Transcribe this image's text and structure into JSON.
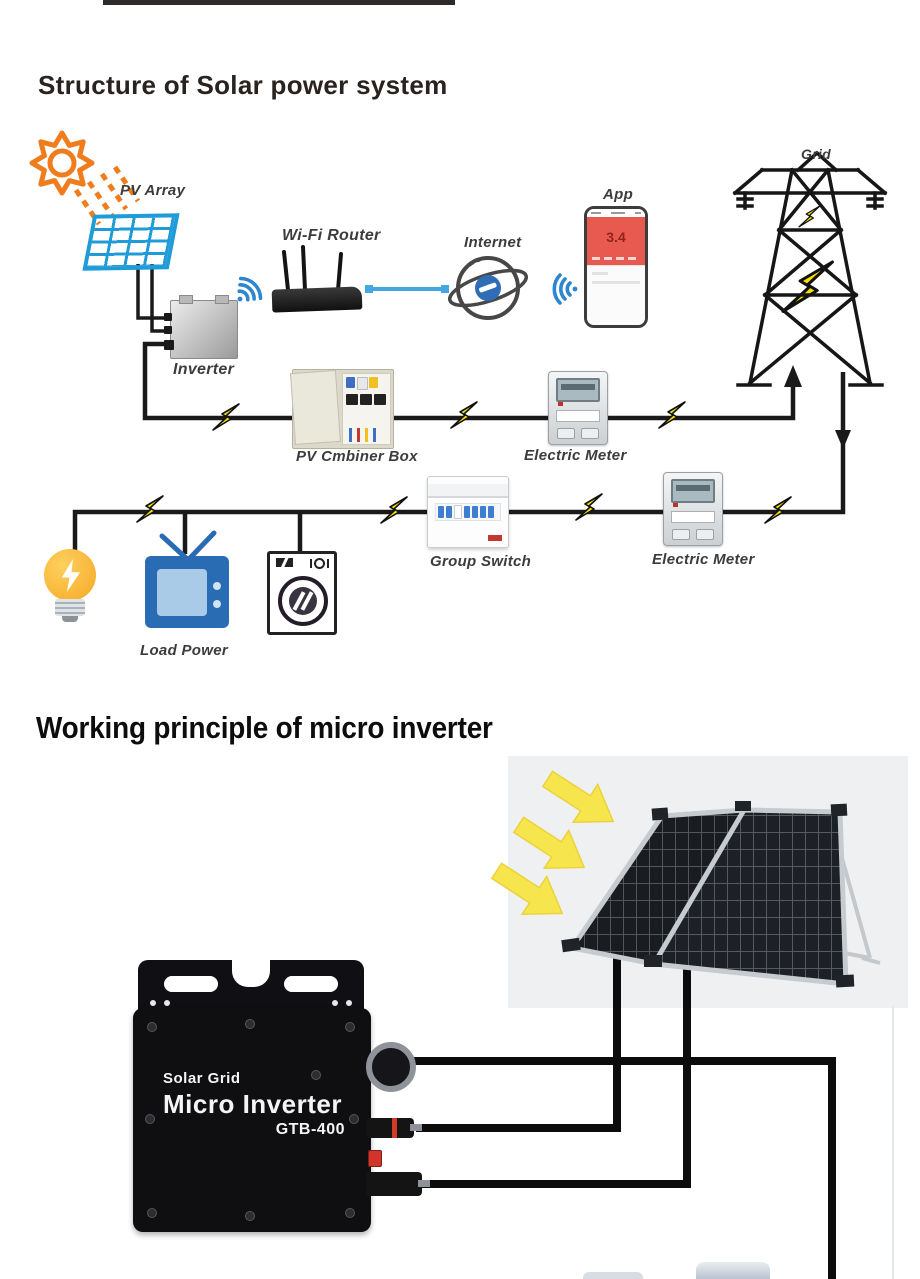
{
  "section1": {
    "title": "Structure of Solar power system",
    "labels": {
      "pv_array": "PV Array",
      "inverter": "Inverter",
      "wifi_router": "Wi-Fi Router",
      "internet": "Internet",
      "app": "App",
      "grid": "Grid",
      "pv_combiner_box": "PV Cmbiner Box",
      "electric_meter_top": "Electric Meter",
      "group_switch": "Group Switch",
      "electric_meter_bottom": "Electric Meter",
      "load_power": "Load Power"
    },
    "app_screen": {
      "value": "3.4"
    }
  },
  "section2": {
    "title": "Working principle of micro inverter",
    "inverter_device": {
      "brand_line": "Solar Grid",
      "product_line": "Micro Inverter",
      "model": "GTB-400"
    }
  },
  "colors": {
    "sun_orange": "#ef7d1d",
    "panel_blue": "#1f9cd8",
    "wifi_blue": "#2e86d1",
    "link_blue": "#45a7e0",
    "bolt_yellow": "#f8df00",
    "app_red": "#e85a50",
    "arrow_yellow": "#f7e54e",
    "wire_black": "#1a1a1a"
  }
}
